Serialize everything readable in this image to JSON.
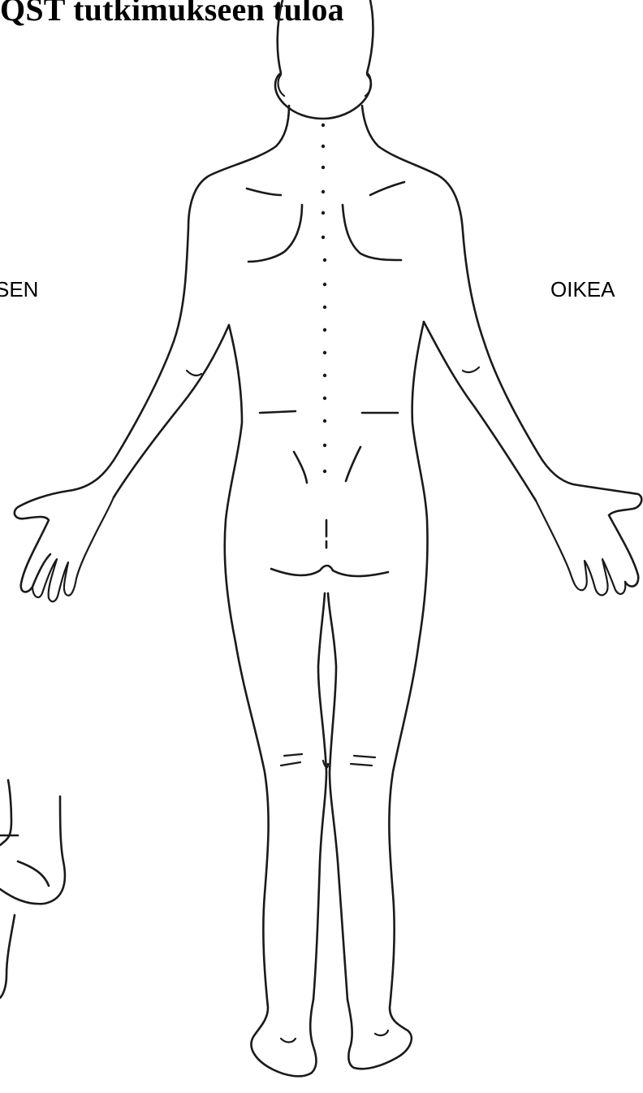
{
  "page": {
    "title": "QST tutkimukseen tuloa"
  },
  "labels": {
    "left_side": "SEN",
    "right_side": "OIKEA"
  },
  "figure": {
    "view": "posterior",
    "icon": "human-body-outline"
  },
  "colors": {
    "background": "#ffffff",
    "ink": "#1a1a1a"
  }
}
